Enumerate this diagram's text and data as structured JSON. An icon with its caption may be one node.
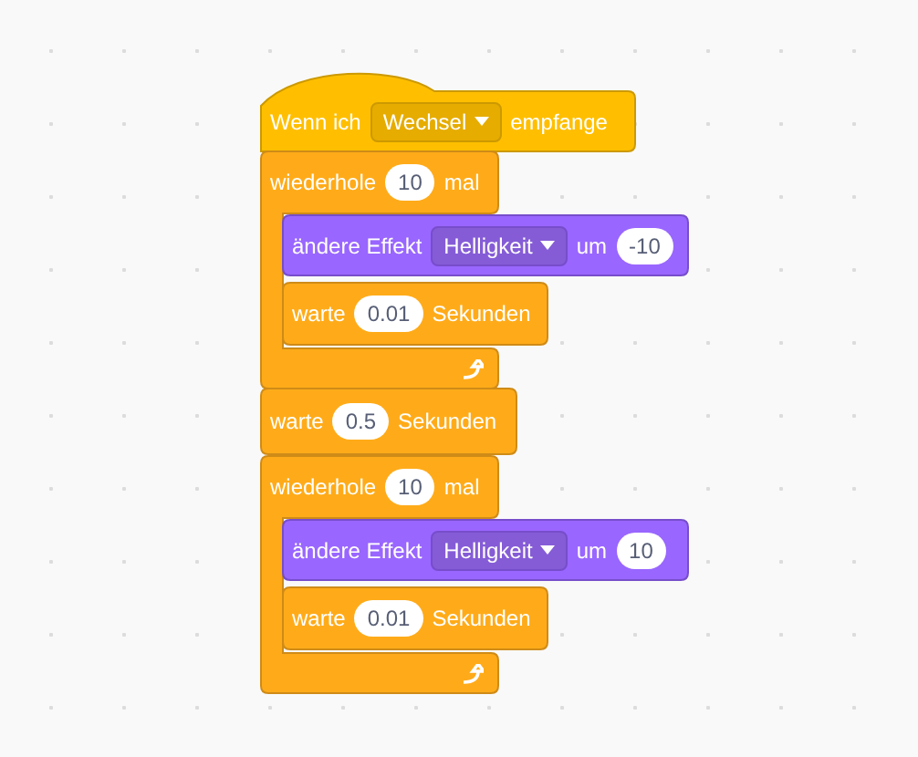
{
  "diagram": {
    "nodes": [
      {
        "text": [
          "Wenn ich",
          "empfange"
        ]
      },
      {
        "text": [
          "Wechsel"
        ],
        "in": 0
      },
      {
        "text": [
          "wiederhole",
          "mal"
        ]
      },
      {
        "text": [
          "10"
        ],
        "in": 2
      },
      {
        "text": [
          "ändere Effekt",
          "um"
        ]
      },
      {
        "text": [
          "Helligkeit"
        ],
        "in": 4
      },
      {
        "text": [
          "-10"
        ],
        "in": 4
      },
      {
        "text": [
          "warte",
          "Sekunden"
        ]
      },
      {
        "text": [
          "0.01"
        ],
        "in": 7
      },
      {
        "text": [
          "warte",
          "Sekunden"
        ]
      },
      {
        "text": [
          "0.5"
        ],
        "in": 9
      },
      {
        "text": [
          "wiederhole",
          "mal"
        ]
      },
      {
        "text": [
          "10"
        ],
        "in": 11
      },
      {
        "text": [
          "ändere Effekt",
          "um"
        ]
      },
      {
        "text": [
          "Helligkeit"
        ],
        "in": 13
      },
      {
        "text": [
          "10"
        ],
        "in": 13
      },
      {
        "text": [
          "warte",
          "Sekunden"
        ]
      },
      {
        "text": [
          "0.01"
        ],
        "in": 16
      }
    ]
  }
}
